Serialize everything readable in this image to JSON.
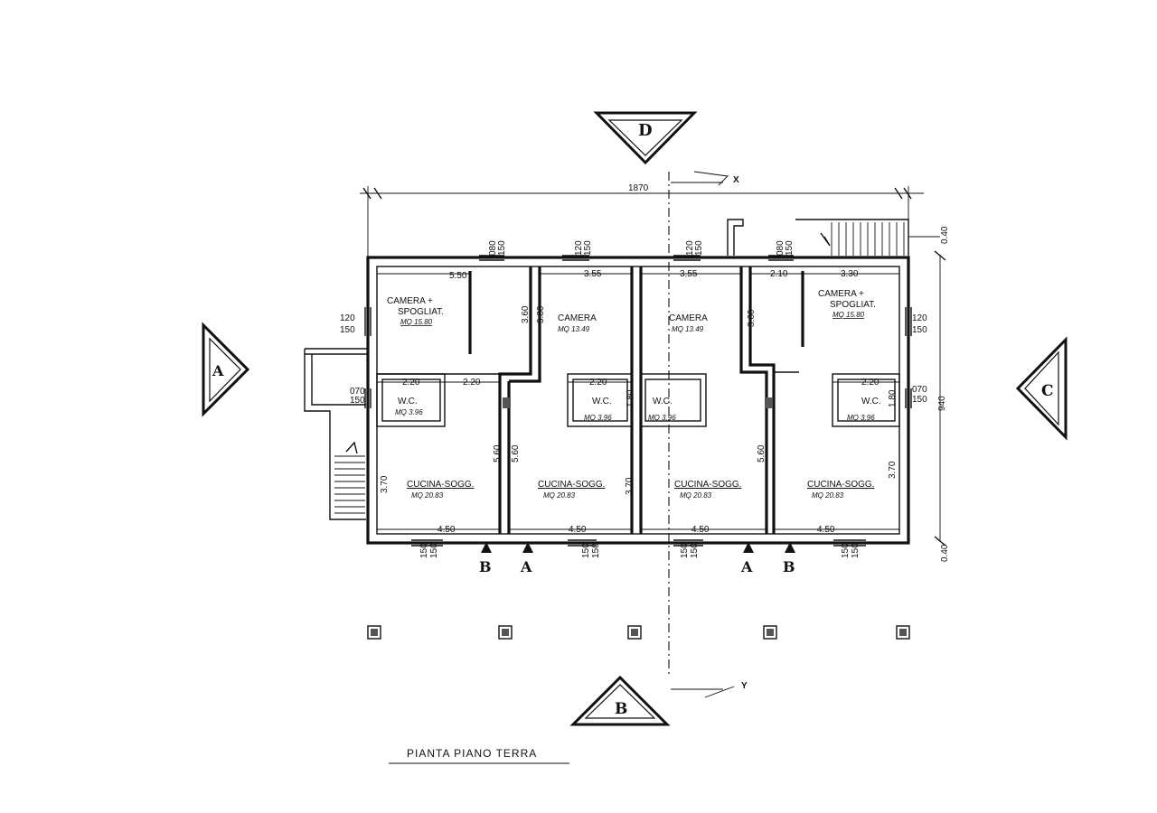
{
  "overall_width": "1870",
  "overall_depth": "940",
  "edge_depth": "0.40",
  "axis_x": "X",
  "axis_y": "Y",
  "section_markers": {
    "top": "D",
    "left": "A",
    "right": "C",
    "bottom": "B"
  },
  "title": "PIANTA PIANO TERRA",
  "cut_labels": [
    "B",
    "A",
    "A",
    "B"
  ],
  "rooms": [
    {
      "name": "CAMERA +",
      "name2": "SPOGLIAT.",
      "area": "MQ 15.80"
    },
    {
      "name": "CAMERA",
      "area": "MQ 13.49"
    },
    {
      "name": "CAMERA",
      "area": "MQ 13.49"
    },
    {
      "name": "CAMERA +",
      "name2": "SPOGLIAT.",
      "area": "MQ 15.80"
    },
    {
      "name": "W.C.",
      "area": "MQ 3.96"
    },
    {
      "name": "W.C.",
      "area": "MQ 3.96"
    },
    {
      "name": "W.C.",
      "area": "MQ 3.96"
    },
    {
      "name": "W.C.",
      "area": "MQ 3.96"
    },
    {
      "name": "CUCINA-SOGG.",
      "area": "MQ 20.83"
    },
    {
      "name": "CUCINA-SOGG.",
      "area": "MQ 20.83"
    },
    {
      "name": "CUCINA-SOGG.",
      "area": "MQ 20.83"
    },
    {
      "name": "CUCINA-SOGG.",
      "area": "MQ 20.83"
    }
  ],
  "dims": {
    "d550": "5.50",
    "d355a": "3.55",
    "d355b": "3.55",
    "d210": "2.10",
    "d330": "3.30",
    "d360a": "3.60",
    "d380": "3.80",
    "d360b": "3.60",
    "d220a": "2.20",
    "d220b": "2.20",
    "d220c": "2.20",
    "d220d": "2.20",
    "d180a": "1.80",
    "d180b": "1.80",
    "d560a": "5.60",
    "d560b": "5.60",
    "d560c": "5.60",
    "d370a": "3.70",
    "d370b": "3.70",
    "d370c": "3.70",
    "d450a": "4.50",
    "d450b": "4.50",
    "d450c": "4.50",
    "d450d": "4.50",
    "win120": "120",
    "win150": "150",
    "win070": "070",
    "win080": "080"
  }
}
